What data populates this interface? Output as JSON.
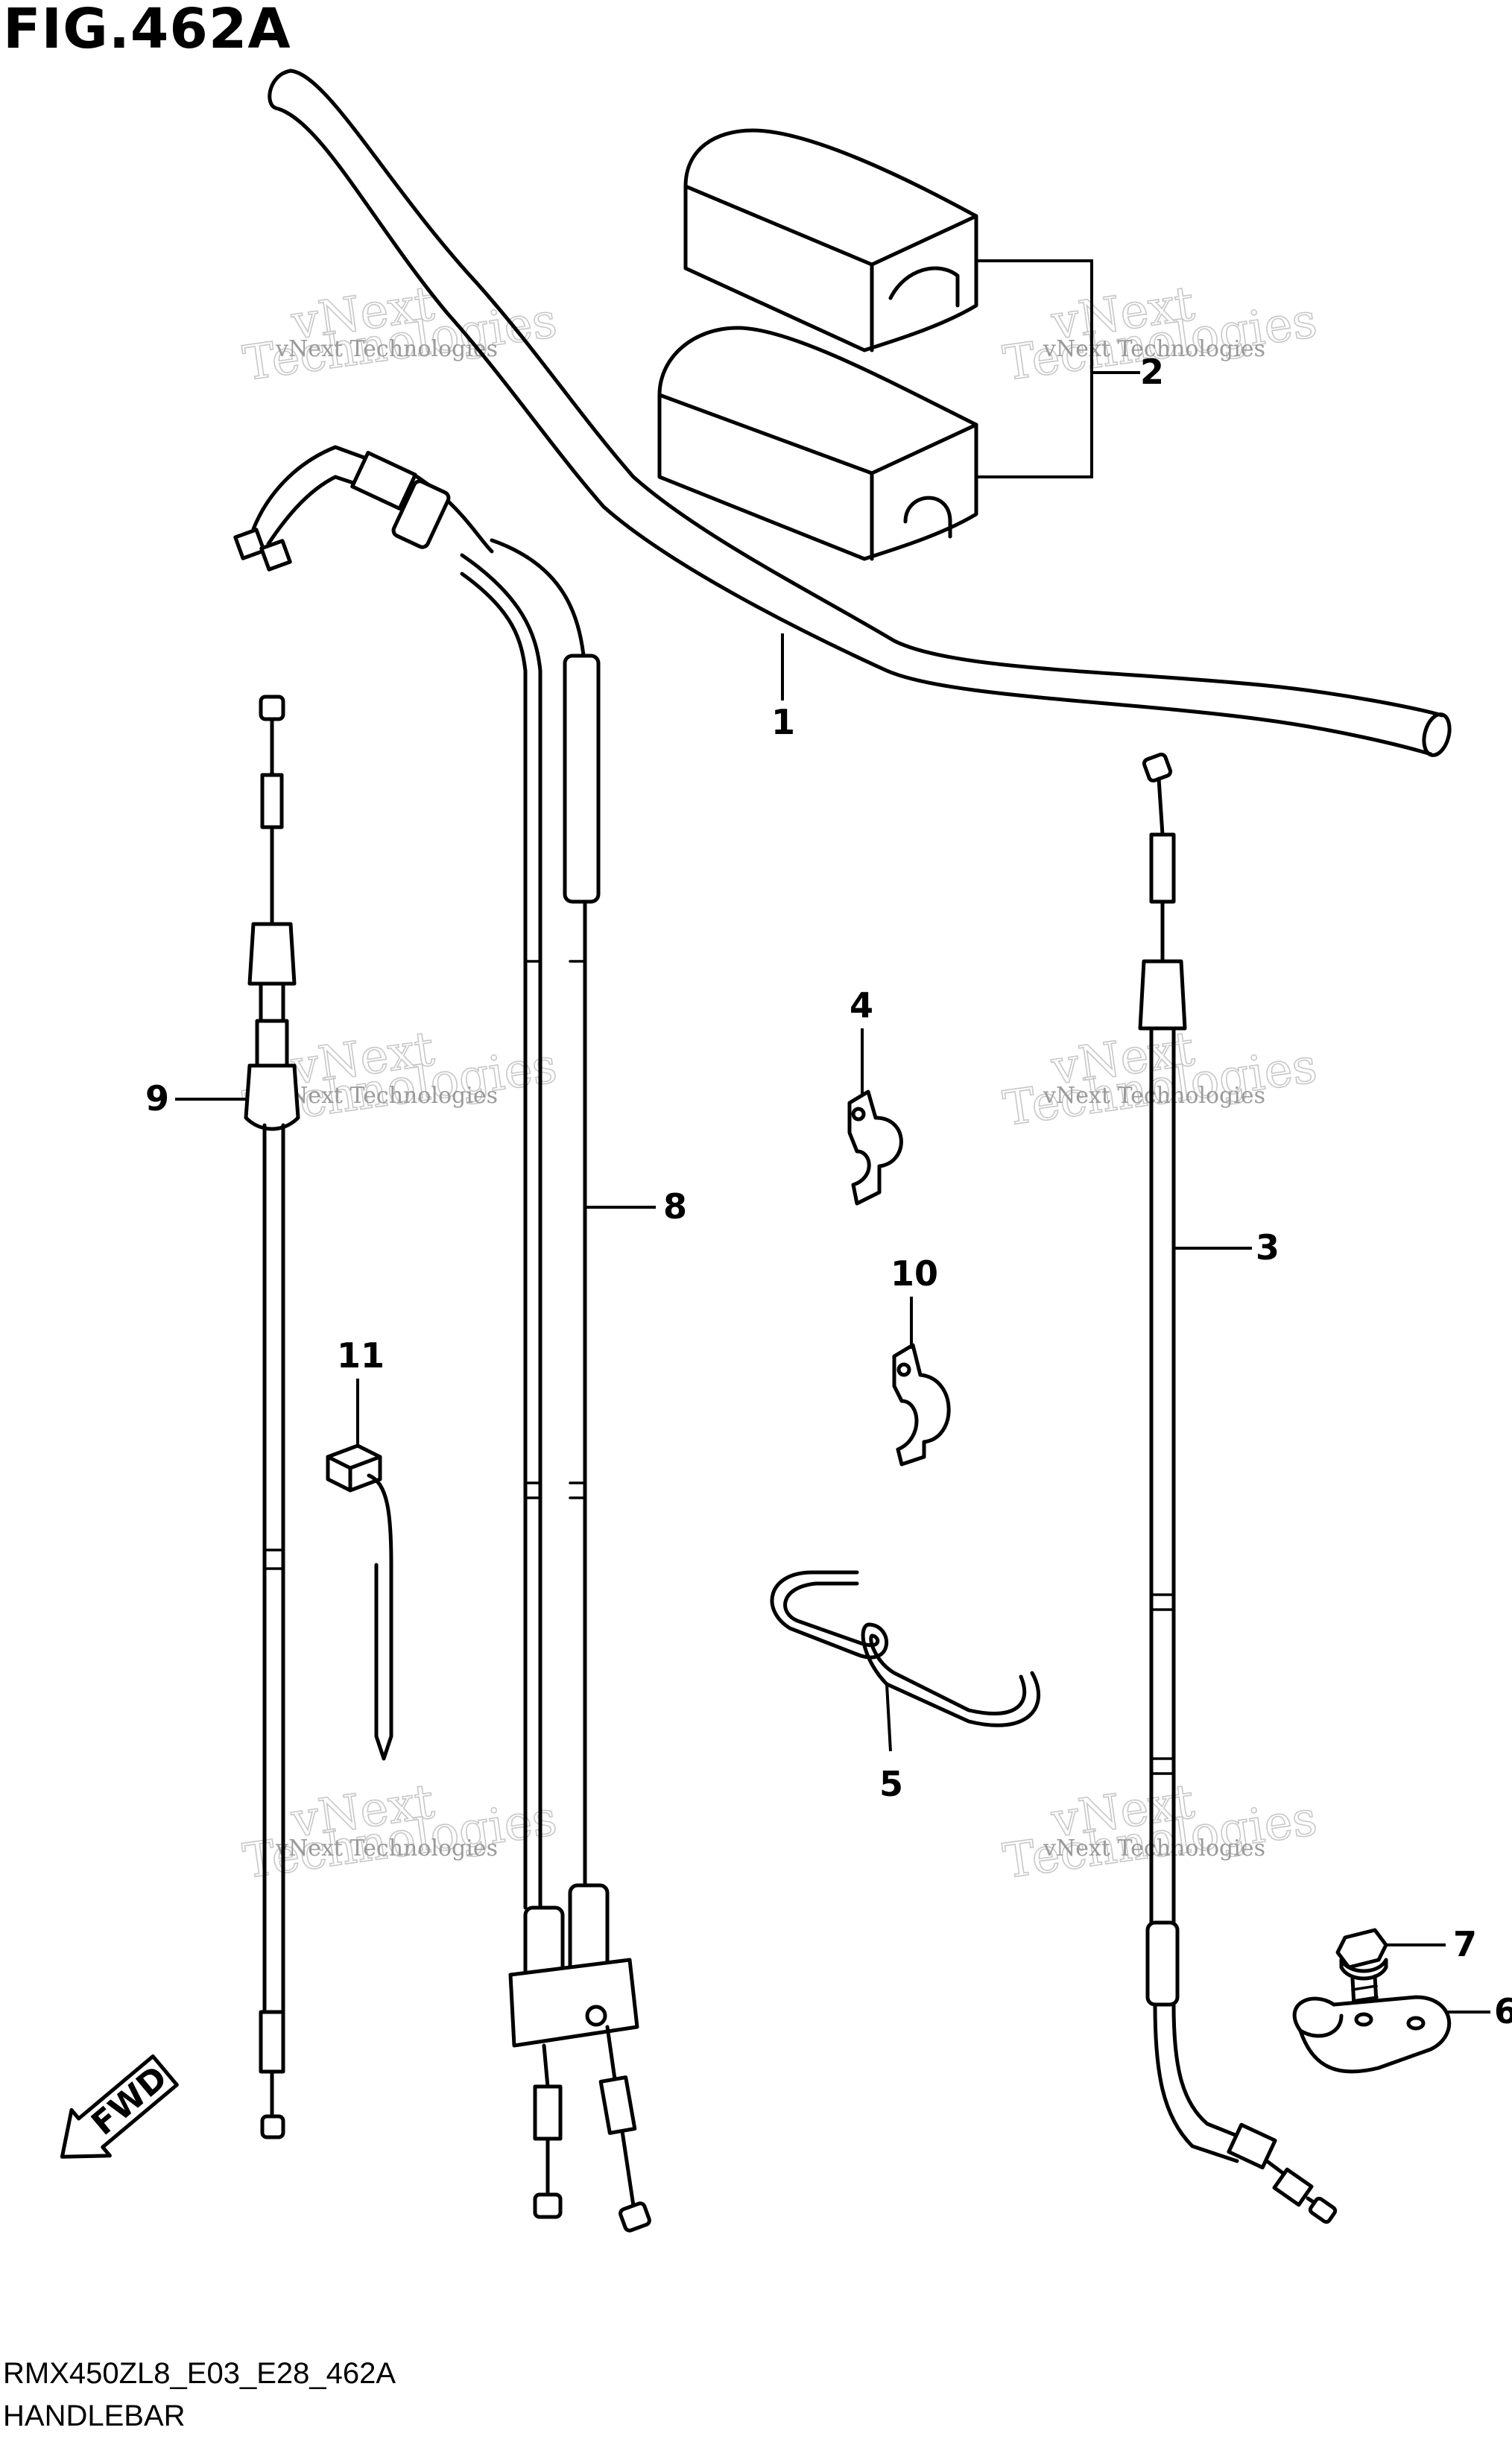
{
  "figure": {
    "title": "FIG.462A",
    "model_code": "RMX450ZL8_E03_E28_462A",
    "caption": "HANDLEBAR"
  },
  "direction_marker": {
    "label": "FWD",
    "icon": "arrow-left-down-icon"
  },
  "watermark": {
    "line1": "vNext Technologies",
    "line2": "vNext",
    "line3": "Technologies"
  },
  "callouts": [
    "1",
    "2",
    "3",
    "4",
    "5",
    "6",
    "7",
    "8",
    "9",
    "10",
    "11"
  ]
}
